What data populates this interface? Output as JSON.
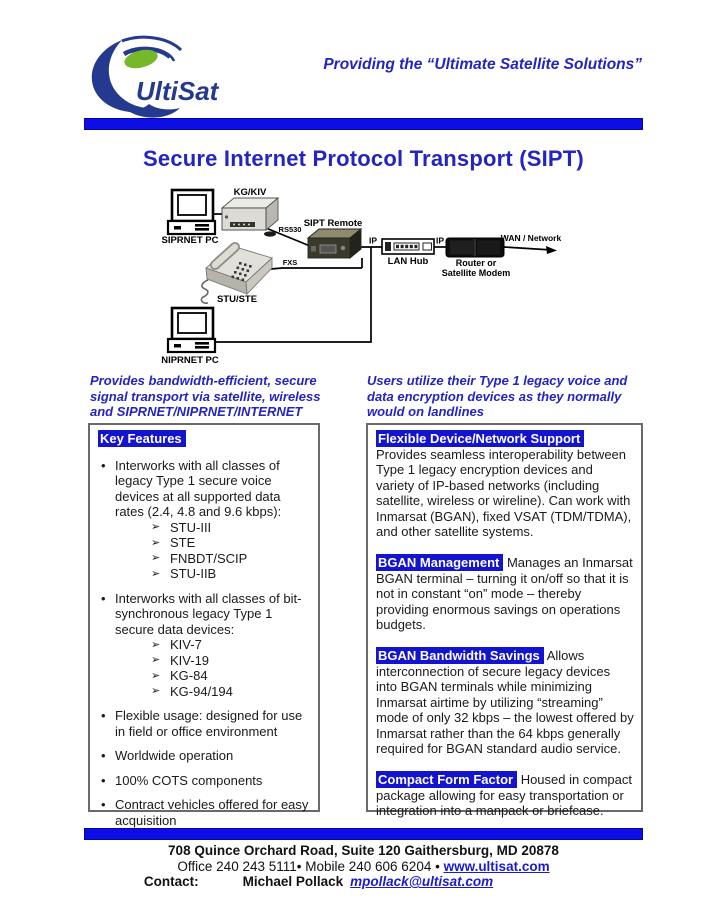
{
  "header": {
    "logo_text": "UltiSat",
    "tagline": "Providing the “Ultimate Satellite Solutions”"
  },
  "title": "Secure Internet Protocol Transport (SIPT)",
  "diagram": {
    "labels": {
      "kg_kiv": "KG/KIV",
      "siprnet_pc": "SIPRNET PC",
      "rs530": "RS530",
      "sipt_remote": "SIPT Remote",
      "fxs": "FXS",
      "stu_ste": "STU/STE",
      "ip_left": "IP",
      "lan_hub": "LAN Hub",
      "ip_right": "IP",
      "router_line1": "Router  or",
      "router_line2": "Satellite Modem",
      "wan": "WAN / Network",
      "niprnet_pc": "NIPRNET PC"
    }
  },
  "intro": {
    "left": "Provides bandwidth-efficient, secure signal transport via satellite, wireless and SIPRNET/NIPRNET/INTERNET",
    "right": "Users utilize their Type 1 legacy voice and data encryption devices as they normally would on landlines"
  },
  "key_features": {
    "heading": "Key Features",
    "items": [
      {
        "text": "Interworks with all classes of legacy Type 1 secure voice devices at all supported data rates (2.4, 4.8 and 9.6 kbps):",
        "subs": [
          "STU-III",
          "STE",
          "FNBDT/SCIP",
          "STU-IIB"
        ]
      },
      {
        "text": "Interworks with all classes of bit-synchronous legacy Type 1 secure data devices:",
        "subs": [
          "KIV-7",
          "KIV-19",
          "KG-84",
          "KG-94/194"
        ]
      },
      {
        "text": "Flexible usage: designed for use in field or office environment"
      },
      {
        "text": "Worldwide operation"
      },
      {
        "text": "100% COTS components"
      },
      {
        "text": "Contract vehicles offered for easy acquisition"
      }
    ]
  },
  "right_panel": {
    "sections": [
      {
        "heading": "Flexible Device/Network Support",
        "inline": false,
        "body": "Provides seamless interoperability between Type 1 legacy encryption devices and variety of IP-based networks (including satellite, wireless or wireline).  Can work with Inmarsat (BGAN), fixed VSAT (TDM/TDMA), and other satellite systems."
      },
      {
        "heading": "BGAN Management",
        "inline": true,
        "body": "Manages an Inmarsat BGAN terminal – turning it on/off so that it is not in constant “on” mode – thereby providing enormous savings on operations budgets."
      },
      {
        "heading": "BGAN Bandwidth Savings",
        "inline": true,
        "body": "Allows interconnection of secure legacy devices into BGAN terminals while minimizing Inmarsat airtime by utilizing “streaming” mode of only 32 kbps – the lowest offered by Inmarsat rather than the 64 kbps generally required for BGAN standard audio service."
      },
      {
        "heading": "Compact Form Factor",
        "inline": true,
        "body": "Housed in compact package allowing for easy transportation or integration into a manpack or briefcase."
      }
    ]
  },
  "footer": {
    "address": "708 Quince Orchard Road, Suite 120  Gaithersburg, MD  20878",
    "phones": "Office 240 243 5111• Mobile 240 606 6204 • ",
    "website": "www.ultisat.com",
    "contact_label": "Contact:",
    "contact_name": "Michael Pollack",
    "contact_email": "mpollack@ultisat.com"
  },
  "colors": {
    "brand_navy": "#243a8f",
    "brand_green": "#76b82a",
    "accent_blue": "#2424c0",
    "highlight_blue": "#1414cf",
    "bar_blue": "#0d0de6"
  }
}
